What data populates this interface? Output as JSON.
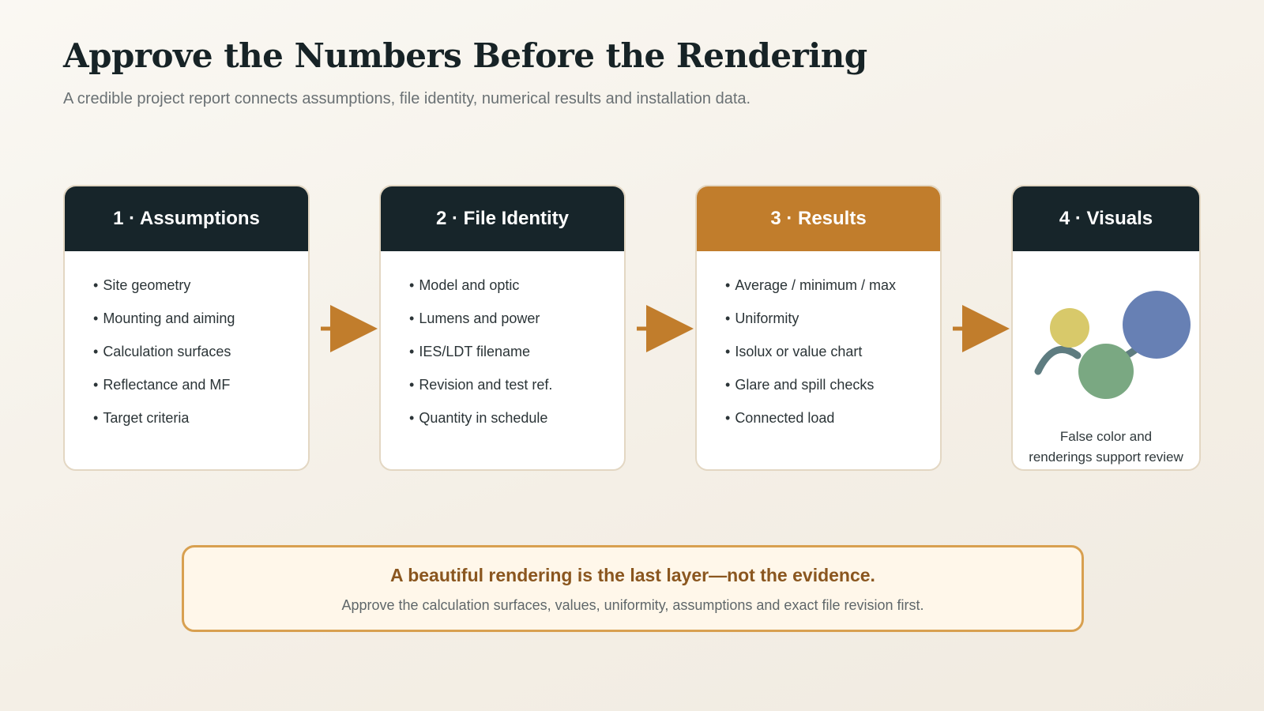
{
  "title": "Approve the Numbers Before the Rendering",
  "subtitle": "A credible project report connects assumptions, file identity, numerical results and installation data.",
  "colors": {
    "dark_header": "#17252a",
    "accent_header": "#c17d2c",
    "arrow": "#c17d2c",
    "circle_yellow": "#d8c96a",
    "circle_green": "#7aa882",
    "circle_blue": "#6780b4",
    "connector": "#5e7c80"
  },
  "steps": [
    {
      "header": "1 · Assumptions",
      "items": [
        "Site geometry",
        "Mounting and aiming",
        "Calculation surfaces",
        "Reflectance and MF",
        "Target criteria"
      ]
    },
    {
      "header": "2 · File Identity",
      "items": [
        "Model and optic",
        "Lumens and power",
        "IES/LDT filename",
        "Revision and test ref.",
        "Quantity in schedule"
      ]
    },
    {
      "header": "3 · Results",
      "items": [
        "Average / minimum / max",
        "Uniformity",
        "Isolux or value chart",
        "Glare and spill checks",
        "Connected load"
      ]
    },
    {
      "header": "4 · Visuals",
      "caption_line1": "False color and",
      "caption_line2": "renderings support review"
    }
  ],
  "callout": {
    "title": "A beautiful rendering is the last layer—not the evidence.",
    "body": "Approve the calculation surfaces, values, uniformity, assumptions and exact file revision first."
  }
}
